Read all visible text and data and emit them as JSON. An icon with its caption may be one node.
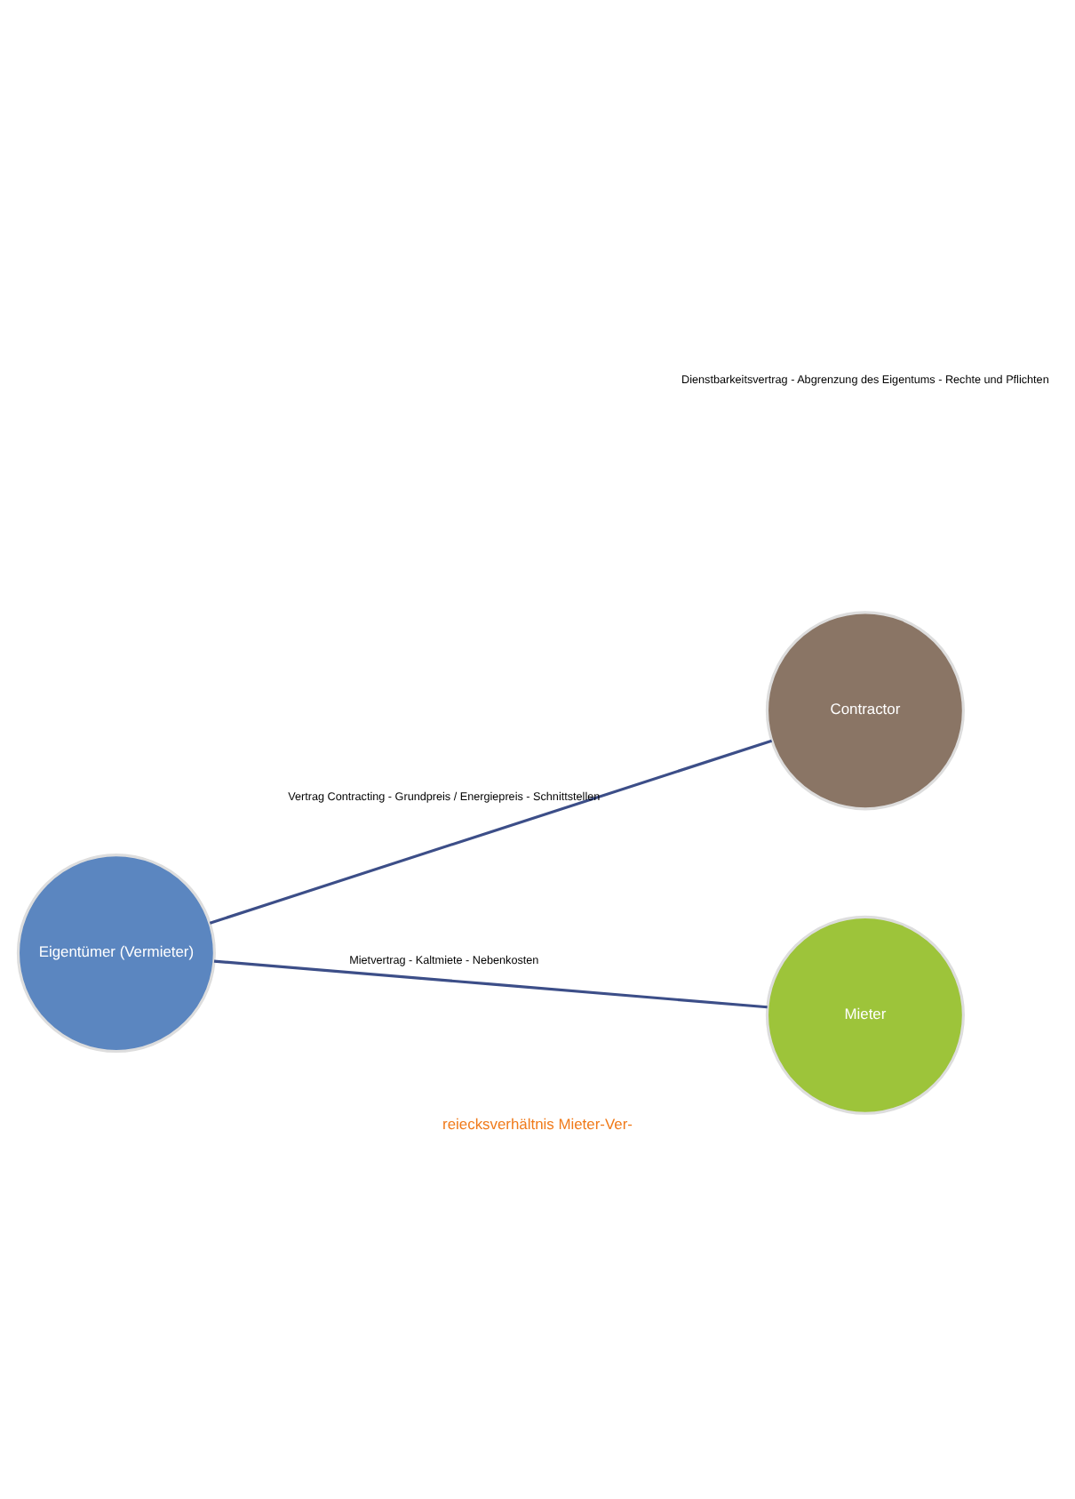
{
  "diagram": {
    "caption": "reiecksverhältnis Mieter-Ver-",
    "nodes": [
      {
        "text": [
          "Contractor"
        ]
      },
      {
        "text": [
          "Eigentümer (Vermieter)"
        ]
      },
      {
        "text": [
          "Mieter"
        ]
      }
    ],
    "edges": [
      {
        "from": 1,
        "to": 0,
        "arrow": "none",
        "label": "Vertrag Contracting - Grundpreis / Energiepreis - Schnittstellen"
      },
      {
        "from": 1,
        "to": 2,
        "arrow": "none",
        "label": "Mietvertrag - Kaltmiete - Nebenkosten"
      }
    ],
    "labels": [
      "Dienstbarkeitsvertrag - Abgrenzung des Eigentums - Rechte und Pflichten"
    ]
  }
}
